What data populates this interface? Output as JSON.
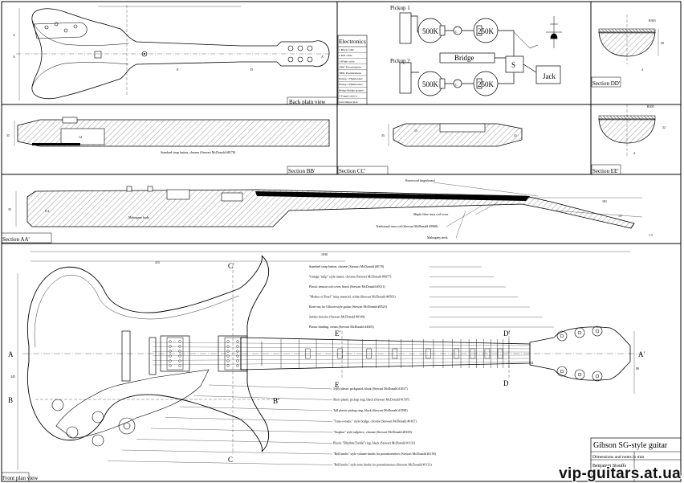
{
  "views": {
    "back": "Back plain view",
    "front": "Front plan view",
    "section_aa": "Section AA'",
    "section_bb": "Section BB'",
    "section_cc": "Section CC'",
    "section_dd": "Section DD'",
    "section_ee": "Section EE'"
  },
  "electronics": {
    "title": "Electronics",
    "rows": [
      "1 Black cable",
      "2 Red cable",
      "3 White cable",
      "250K Potentiometer",
      "500K Potentiometer",
      "Pickup 1 Humbucker",
      "Pickup 2 Humbucker",
      "Bridge Bridge ground",
      "S Toggle switch",
      "Jack Output jack"
    ]
  },
  "wiring": {
    "pickup1": "Pickup 1",
    "pickup2": "Pickup 2",
    "pot500a": "500K",
    "pot500b": "500K",
    "pot250a": "250K",
    "pot250b": "250K",
    "cap": "C",
    "bridge": "Bridge",
    "switch": "S",
    "jack": "Jack"
  },
  "dims": {
    "d_r303": "R303",
    "d_20": "20",
    "d_4": "4",
    "d_r305": "R305",
    "d_22": "22",
    "d_14": "14",
    "d_35a": "35",
    "d_35b": "35",
    "d_35c": "35",
    "d_15": "15",
    "d_41": "41",
    "d_181": "181",
    "d_13deg": "13°",
    "d_15b": "1.5",
    "d_84": "8.4",
    "d_1030": "1030",
    "d_415": "415",
    "d_345": "345",
    "d_80": "80",
    "d_43": "43"
  },
  "section_labels": {
    "strap_bb": "Standard strap button, chrome (Stewart McDonald #8170)",
    "rosewood": "Rosewood fingerboard",
    "maple": "Maple fibre truss rod cover",
    "trussrod": "Traditional truss rod (Stewart McDonald #5968)",
    "mahogany_neck": "Mahogany neck",
    "mahogany_body": "Mahogany body"
  },
  "markers": {
    "a": "A",
    "a2": "A'",
    "b": "B",
    "b2": "B'",
    "c": "C",
    "c2": "C'",
    "d": "D",
    "d2": "D'",
    "e": "E",
    "e2": "E'"
  },
  "callouts_top": [
    "Standard strap button, chrome (Stewart McDonald #8170)",
    "Vintage \"tulip\" style tuners, chrome (Stewart McDonald #6077)",
    "Plastic tension rod cover, black (Stewart McDonald #0111)",
    "\"Mother of Pearl\" inlay material, white (Stewart McDonald #0503)",
    "Bone nut for Gibson-style guitar (Stewart McDonald #0525)",
    "Jumbo fretwire (Stewart McDonald #0149)",
    "Plastic binding, cream (Stewart McDonald #4305)"
  ],
  "callouts_bottom": [
    "3-ply plastic pickguard, black (Stewart McDonald #1037)",
    "Short plastic pickup ring, black (Stewart McDonald #1597)",
    "Tall plastic pickup ring, black (Stewart McDonald #1598)",
    "\"Tune-o-matic\" style bridge, chrome (Stewart McDonald #0167)",
    "\"Stopbar\" style tailpiece, chrome (Stewart McDonald #0169)",
    "Plastic \"Rhythm/Treble\" ring, black (Stewart McDonald #1131)",
    "\"Bell knobs\" style volume knobs for potentiometers (Stewart McDonald #1130)",
    "\"Bell knobs\" style tone knobs for potentiometers (Stewart McDonald #1131)"
  ],
  "title_block": {
    "title": "Gibson SG-style guitar",
    "subtitle": "Dimensions and notes in mm",
    "author": "Benjamin Stouffs"
  },
  "watermark": "vip-guitars.at.ua"
}
